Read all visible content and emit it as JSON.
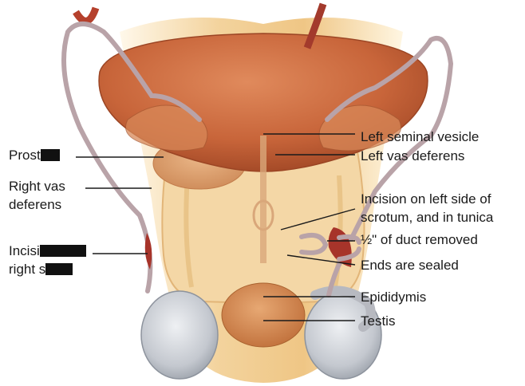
{
  "labels": {
    "prostate": "Prost",
    "right_vas_line1": "Right vas",
    "right_vas_line2": "deferens",
    "incision_right_line1": "Incisi",
    "incision_right_line2": "right s",
    "left_seminal_vesicle": "Left seminal vesicle",
    "left_vas_deferens": "Left vas deferens",
    "incision_left_line1": "Incision on left side of",
    "incision_left_line2": "scrotum, and in tunica",
    "duct_removed": "½\" of duct removed",
    "ends_sealed": "Ends are sealed",
    "epididymis": "Epididymis",
    "testis": "Testis"
  },
  "colors": {
    "bladder": "#c8653a",
    "skin": "#f2cf95",
    "testis": "#c9ccd2",
    "duct": "#b9a3a8",
    "incision": "#b03a2e",
    "leader_line": "#1a1a1a"
  }
}
